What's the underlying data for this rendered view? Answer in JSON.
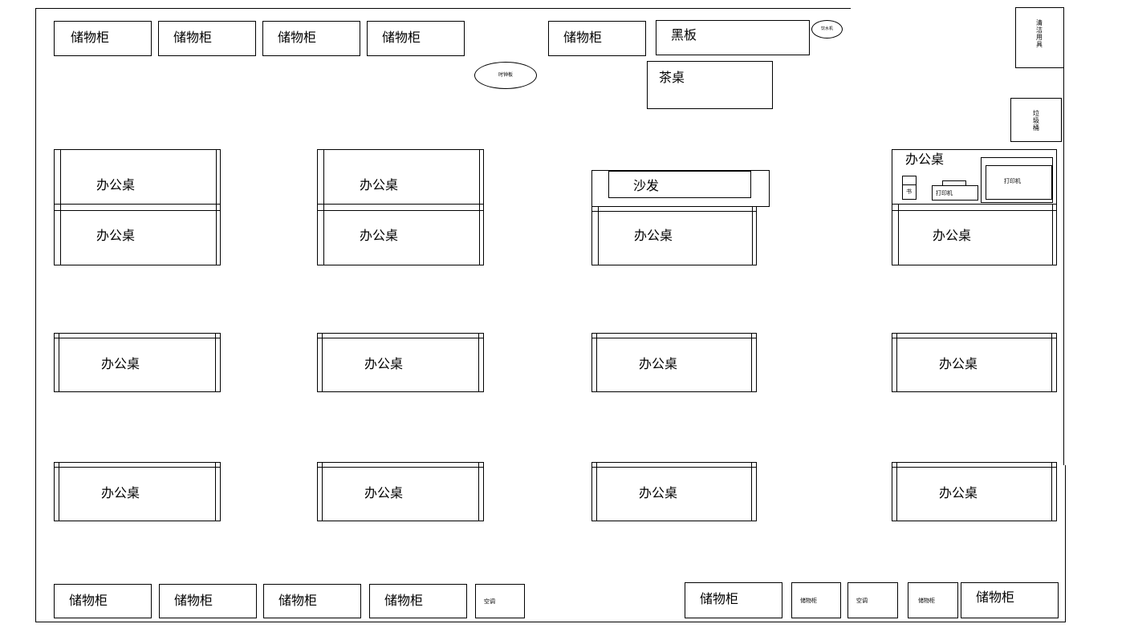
{
  "cabinet_label": "储物柜",
  "blackboard_label": "黑板",
  "tea_table_label": "茶桌",
  "sofa_label": "沙发",
  "desk_label": "办公桌",
  "printer_label": "打印机",
  "ac_label": "空调",
  "oval_top_left_text": "时钟板",
  "oval_top_right_text": "饮水机",
  "side_top_text": "清洁用具",
  "side_mid_text": "垃圾桶",
  "small_box_text": "书"
}
